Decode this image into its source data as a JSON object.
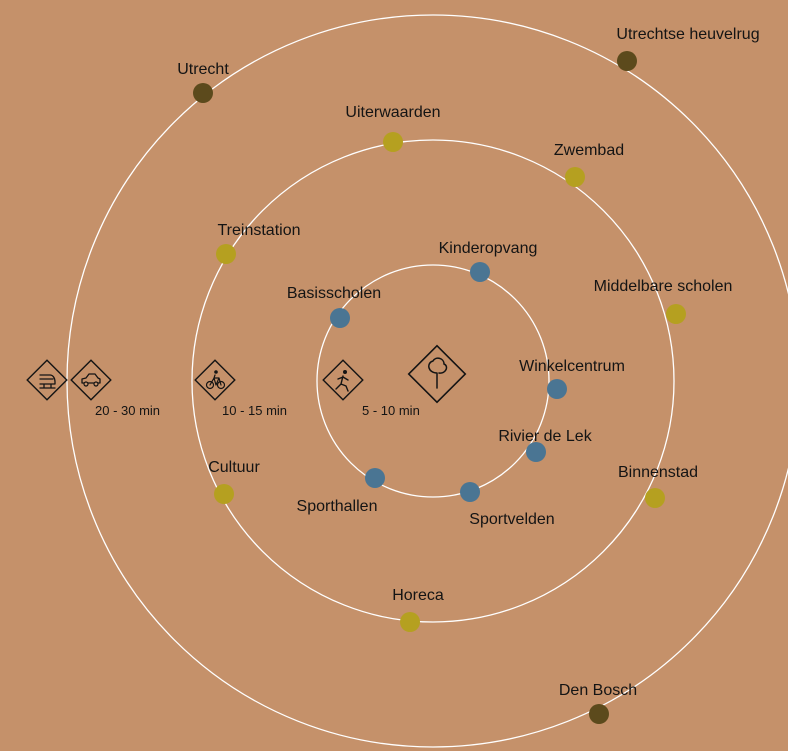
{
  "colors": {
    "background": "#C5916A",
    "ring": "#FFFFFF",
    "inner": "#4A7593",
    "middle": "#B5A020",
    "outer": "#5C4A1C",
    "icon": "#141414"
  },
  "center_icon": "tree-icon",
  "rings": [
    {
      "id": "inner",
      "time_label": "5 - 10 min",
      "icons": [
        "walking-icon"
      ]
    },
    {
      "id": "middle",
      "time_label": "10 - 15 min",
      "icons": [
        "bicycle-icon"
      ]
    },
    {
      "id": "outer",
      "time_label": "20 - 30 min",
      "icons": [
        "train-icon",
        "car-icon"
      ]
    }
  ],
  "places": {
    "kinderopvang": "Kinderopvang",
    "basisscholen": "Basisscholen",
    "winkelcentrum": "Winkelcentrum",
    "rivier_de_lek": "Rivier de Lek",
    "sportvelden": "Sportvelden",
    "sporthallen": "Sporthallen",
    "uiterwaarden": "Uiterwaarden",
    "zwembad": "Zwembad",
    "treinstation": "Treinstation",
    "middelbare_scholen": "Middelbare scholen",
    "binnenstad": "Binnenstad",
    "cultuur": "Cultuur",
    "horeca": "Horeca",
    "utrecht": "Utrecht",
    "utrechtse_heuvelrug": "Utrechtse heuvelrug",
    "den_bosch": "Den Bosch"
  }
}
